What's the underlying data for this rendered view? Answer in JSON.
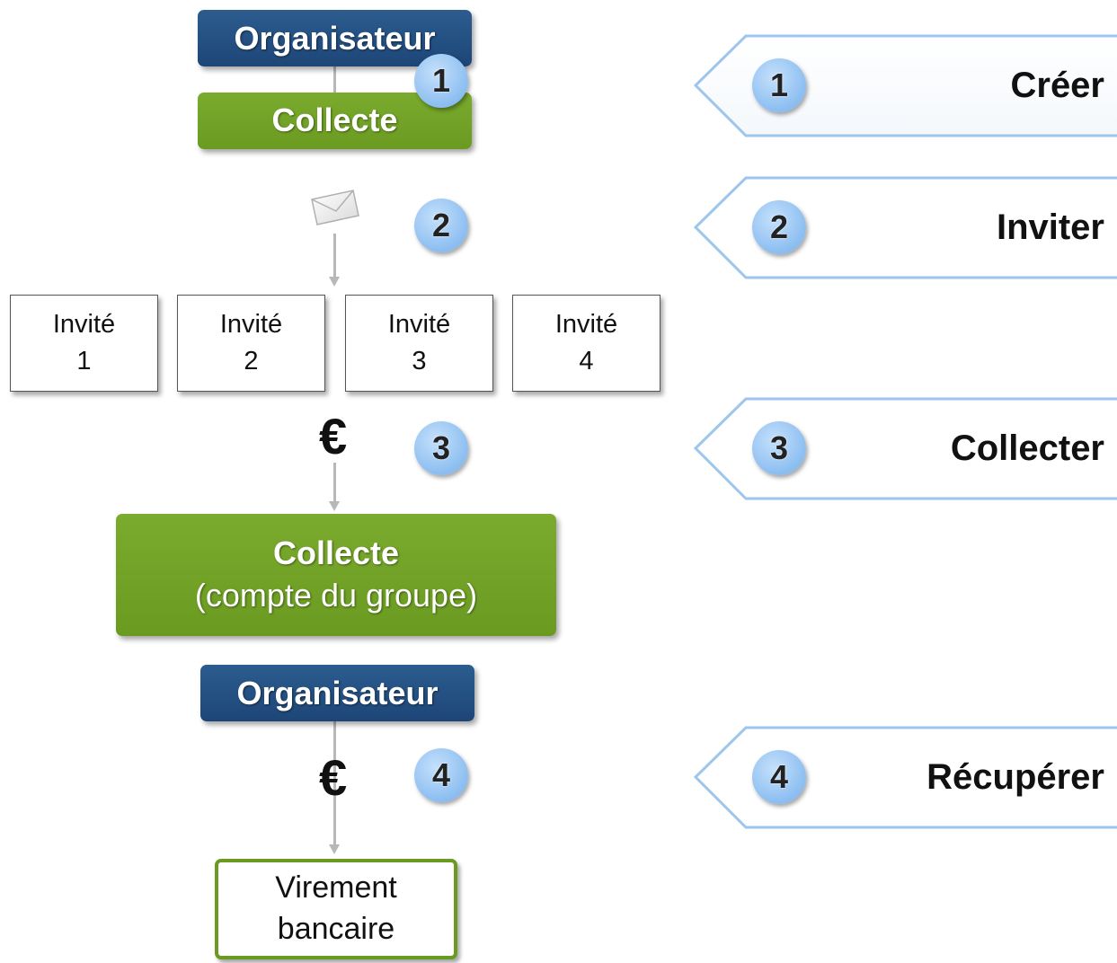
{
  "organiser_top": "Organisateur",
  "collecte_top": "Collecte",
  "guests": [
    {
      "label": "Invité",
      "num": "1"
    },
    {
      "label": "Invité",
      "num": "2"
    },
    {
      "label": "Invité",
      "num": "3"
    },
    {
      "label": "Invité",
      "num": "4"
    }
  ],
  "euro_symbol": "€",
  "collecte_group": {
    "title": "Collecte",
    "subtitle": "(compte du groupe)"
  },
  "organiser_bottom": "Organisateur",
  "bank_transfer": {
    "line1": "Virement",
    "line2": "bancaire"
  },
  "badges": [
    "1",
    "2",
    "3",
    "4"
  ],
  "steps": [
    {
      "num": "1",
      "label": "Créer"
    },
    {
      "num": "2",
      "label": "Inviter"
    },
    {
      "num": "3",
      "label": "Collecter"
    },
    {
      "num": "4",
      "label": "Récupérer"
    }
  ],
  "icons": {
    "invite": "envelope-icon"
  },
  "colors": {
    "blue_box": "#1d4677",
    "green_box": "#6a9a20",
    "badge": "#8cbef1",
    "chevron_border": "#9ec6ec"
  }
}
